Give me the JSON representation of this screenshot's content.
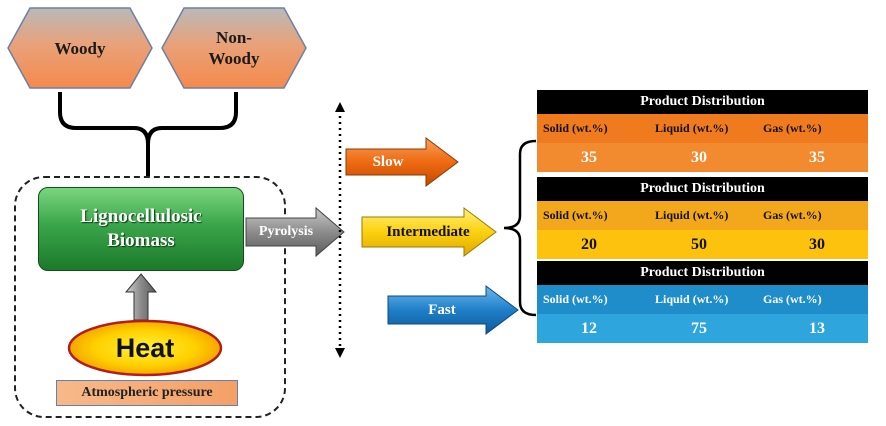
{
  "hexagons": [
    {
      "label_line1": "Woody",
      "label_line2": "",
      "color": "#f0a070"
    },
    {
      "label_line1": "Non-",
      "label_line2": "Woody",
      "color": "#f0a070"
    }
  ],
  "biomass": {
    "line1": "Lignocellulosic",
    "line2": "Biomass",
    "color": "#2e9a40"
  },
  "heat": {
    "label": "Heat",
    "color": "#f5c000"
  },
  "pressure": {
    "label": "Atmospheric pressure"
  },
  "pyrolysis": {
    "label": "Pyrolysis"
  },
  "modes": [
    {
      "label": "Slow",
      "color": "#ef6a12",
      "text_color": "#ffffff"
    },
    {
      "label": "Intermediate",
      "color": "#fbd10f",
      "text_color": "#111111"
    },
    {
      "label": "Fast",
      "color": "#1f7fc8",
      "text_color": "#ffffff"
    }
  ],
  "tables": [
    {
      "header": "Product Distribution",
      "columns": [
        "Solid  (wt.%)",
        "Liquid  (wt.%)",
        "Gas (wt.%)"
      ],
      "values": [
        "35",
        "30",
        "35"
      ],
      "color": "#f07a1e",
      "text_color": "#ffffff",
      "col_text_color": "#111111"
    },
    {
      "header": "Product Distribution",
      "columns": [
        "Solid (wt.%)",
        "Liquid (wt.%)",
        "Gas (wt.%)"
      ],
      "values": [
        "20",
        "50",
        "30"
      ],
      "color": "#fcc20d",
      "text_color": "#111111",
      "col_text_color": "#111111"
    },
    {
      "header": "Product Distribution",
      "columns": [
        "Solid (wt.%)",
        "Liquid (wt.%)",
        "Gas (wt.%)"
      ],
      "values": [
        "12",
        "75",
        "13"
      ],
      "color": "#2ea6dd",
      "text_color": "#ffffff",
      "col_text_color": "#ffffff"
    }
  ]
}
